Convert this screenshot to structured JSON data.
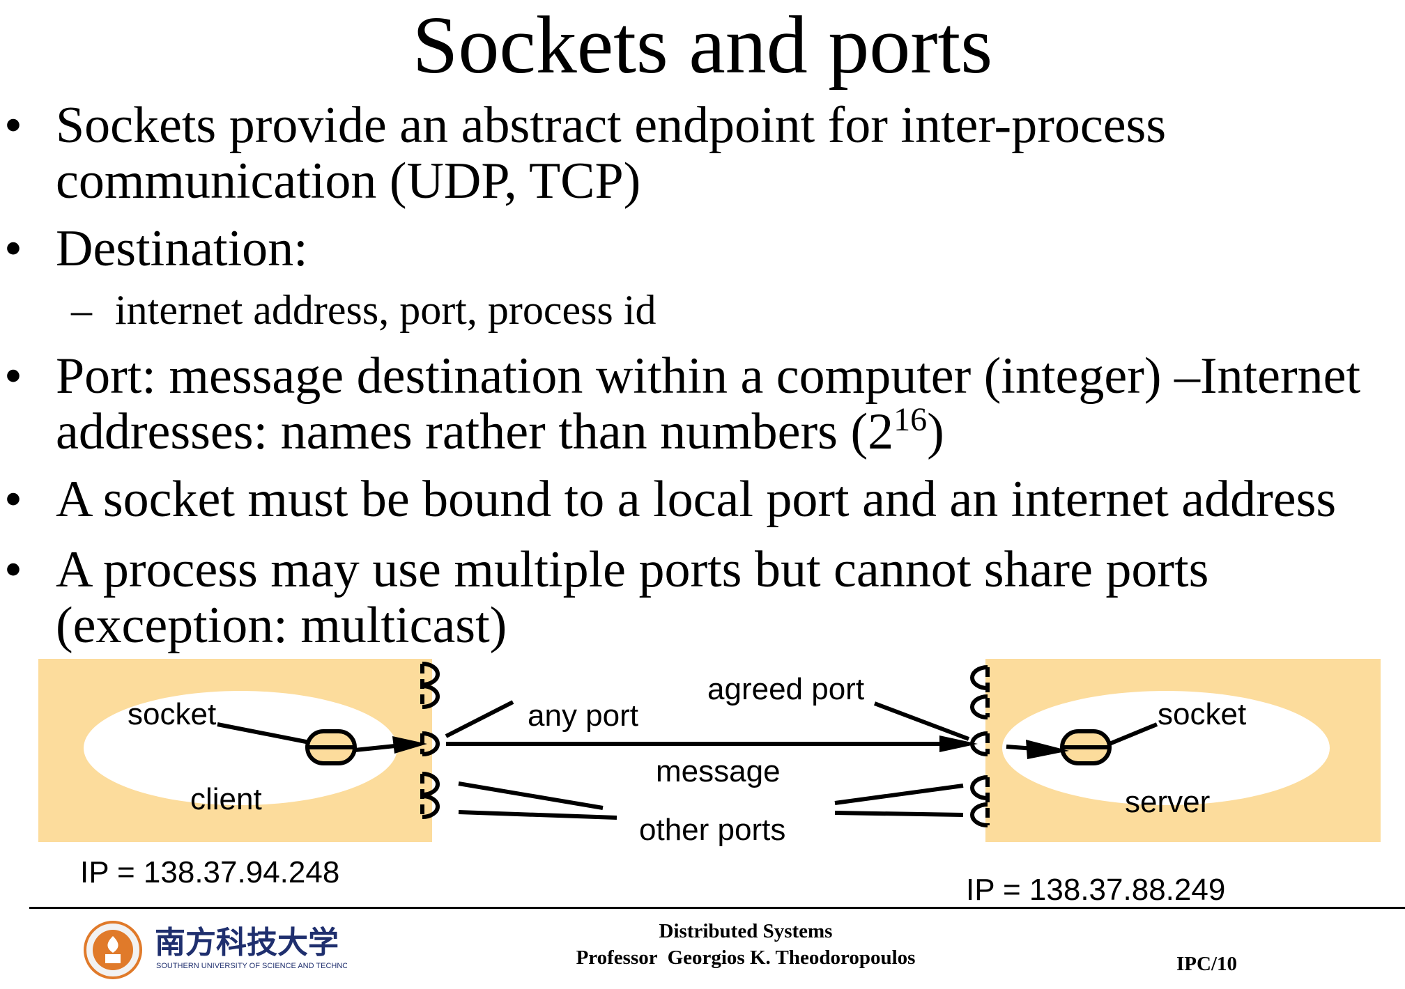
{
  "title": "Sockets and ports",
  "bullets": [
    {
      "line1": "Sockets provide an abstract endpoint for inter-process",
      "line2": "communication (UDP, TCP)"
    },
    {
      "line1": "Destination:"
    },
    {
      "line1": "Port: message destination within a computer (integer) –Internet",
      "line2_pre": "addresses: names rather than numbers (2",
      "line2_sup": "16",
      "line2_post": ")"
    },
    {
      "line1": "A socket must be bound to a local port and an internet address"
    },
    {
      "line1": "A process may use multiple ports but cannot share ports",
      "line2": "(exception: multicast)"
    }
  ],
  "bullet_symbol": "•",
  "sub_bullet": {
    "dash": "–",
    "text": "internet address, port, process id"
  },
  "diagram": {
    "client_socket_label": "socket",
    "client_label": "client",
    "any_port_label": "any port",
    "agreed_port_label": "agreed port",
    "message_label": "message",
    "other_ports_label": "other ports",
    "server_socket_label": "socket",
    "server_label": "server",
    "client_ip": "IP = 138.37.94.248",
    "server_ip": "IP = 138.37.88.249",
    "host_fill_color": "#fcdc9c"
  },
  "footer": {
    "course": "Distributed Systems",
    "professor": "Professor  Georgios K. Theodoropoulos",
    "page": "IPC/10",
    "university_cn": "南方科技大学",
    "university_en": "SOUTHERN UNIVERSITY OF SCIENCE AND TECHNOLOGY"
  }
}
